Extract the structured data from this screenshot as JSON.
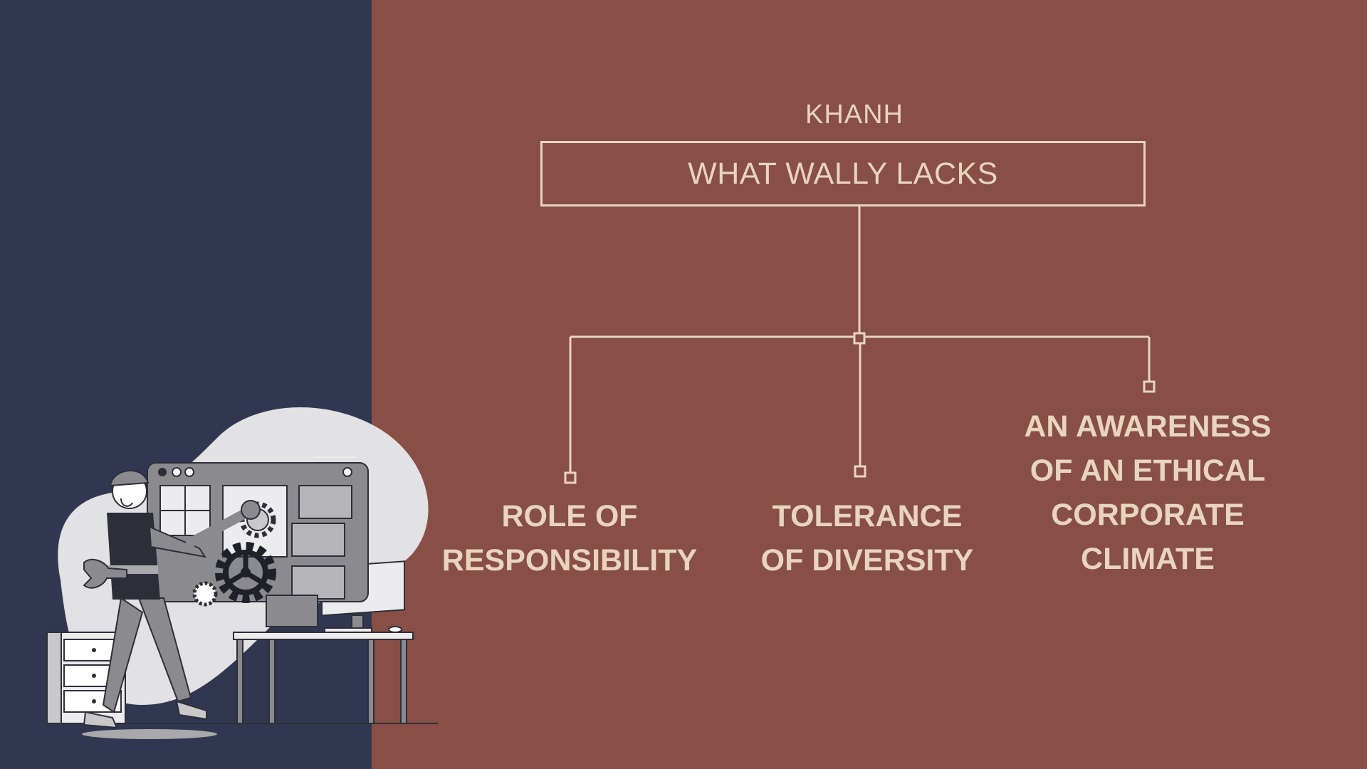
{
  "slide": {
    "author": "KHANH",
    "title": "WHAT WALLY LACKS",
    "branches": [
      {
        "label": "ROLE OF RESPONSIBILITY",
        "lines": [
          "ROLE OF",
          "RESPONSIBILITY"
        ]
      },
      {
        "label": "TOLERANCE OF DIVERSITY",
        "lines": [
          "TOLERANCE",
          "OF DIVERSITY"
        ]
      },
      {
        "label": "AN AWARENESS OF AN ETHICAL CORPORATE CLIMATE",
        "lines": [
          "AN AWARENESS",
          "OF AN ETHICAL",
          "CORPORATE",
          "CLIMATE"
        ]
      }
    ]
  },
  "colors": {
    "left_panel": "#323751",
    "right_panel": "#874f45",
    "accent_text": "#e9d4bd"
  },
  "illustration": {
    "subject": "worker-fixing-computer-illustration",
    "icons": [
      "wrench-icon",
      "gear-icon",
      "folder-icon",
      "computer-monitor-icon",
      "desk-drawer-icon"
    ]
  }
}
